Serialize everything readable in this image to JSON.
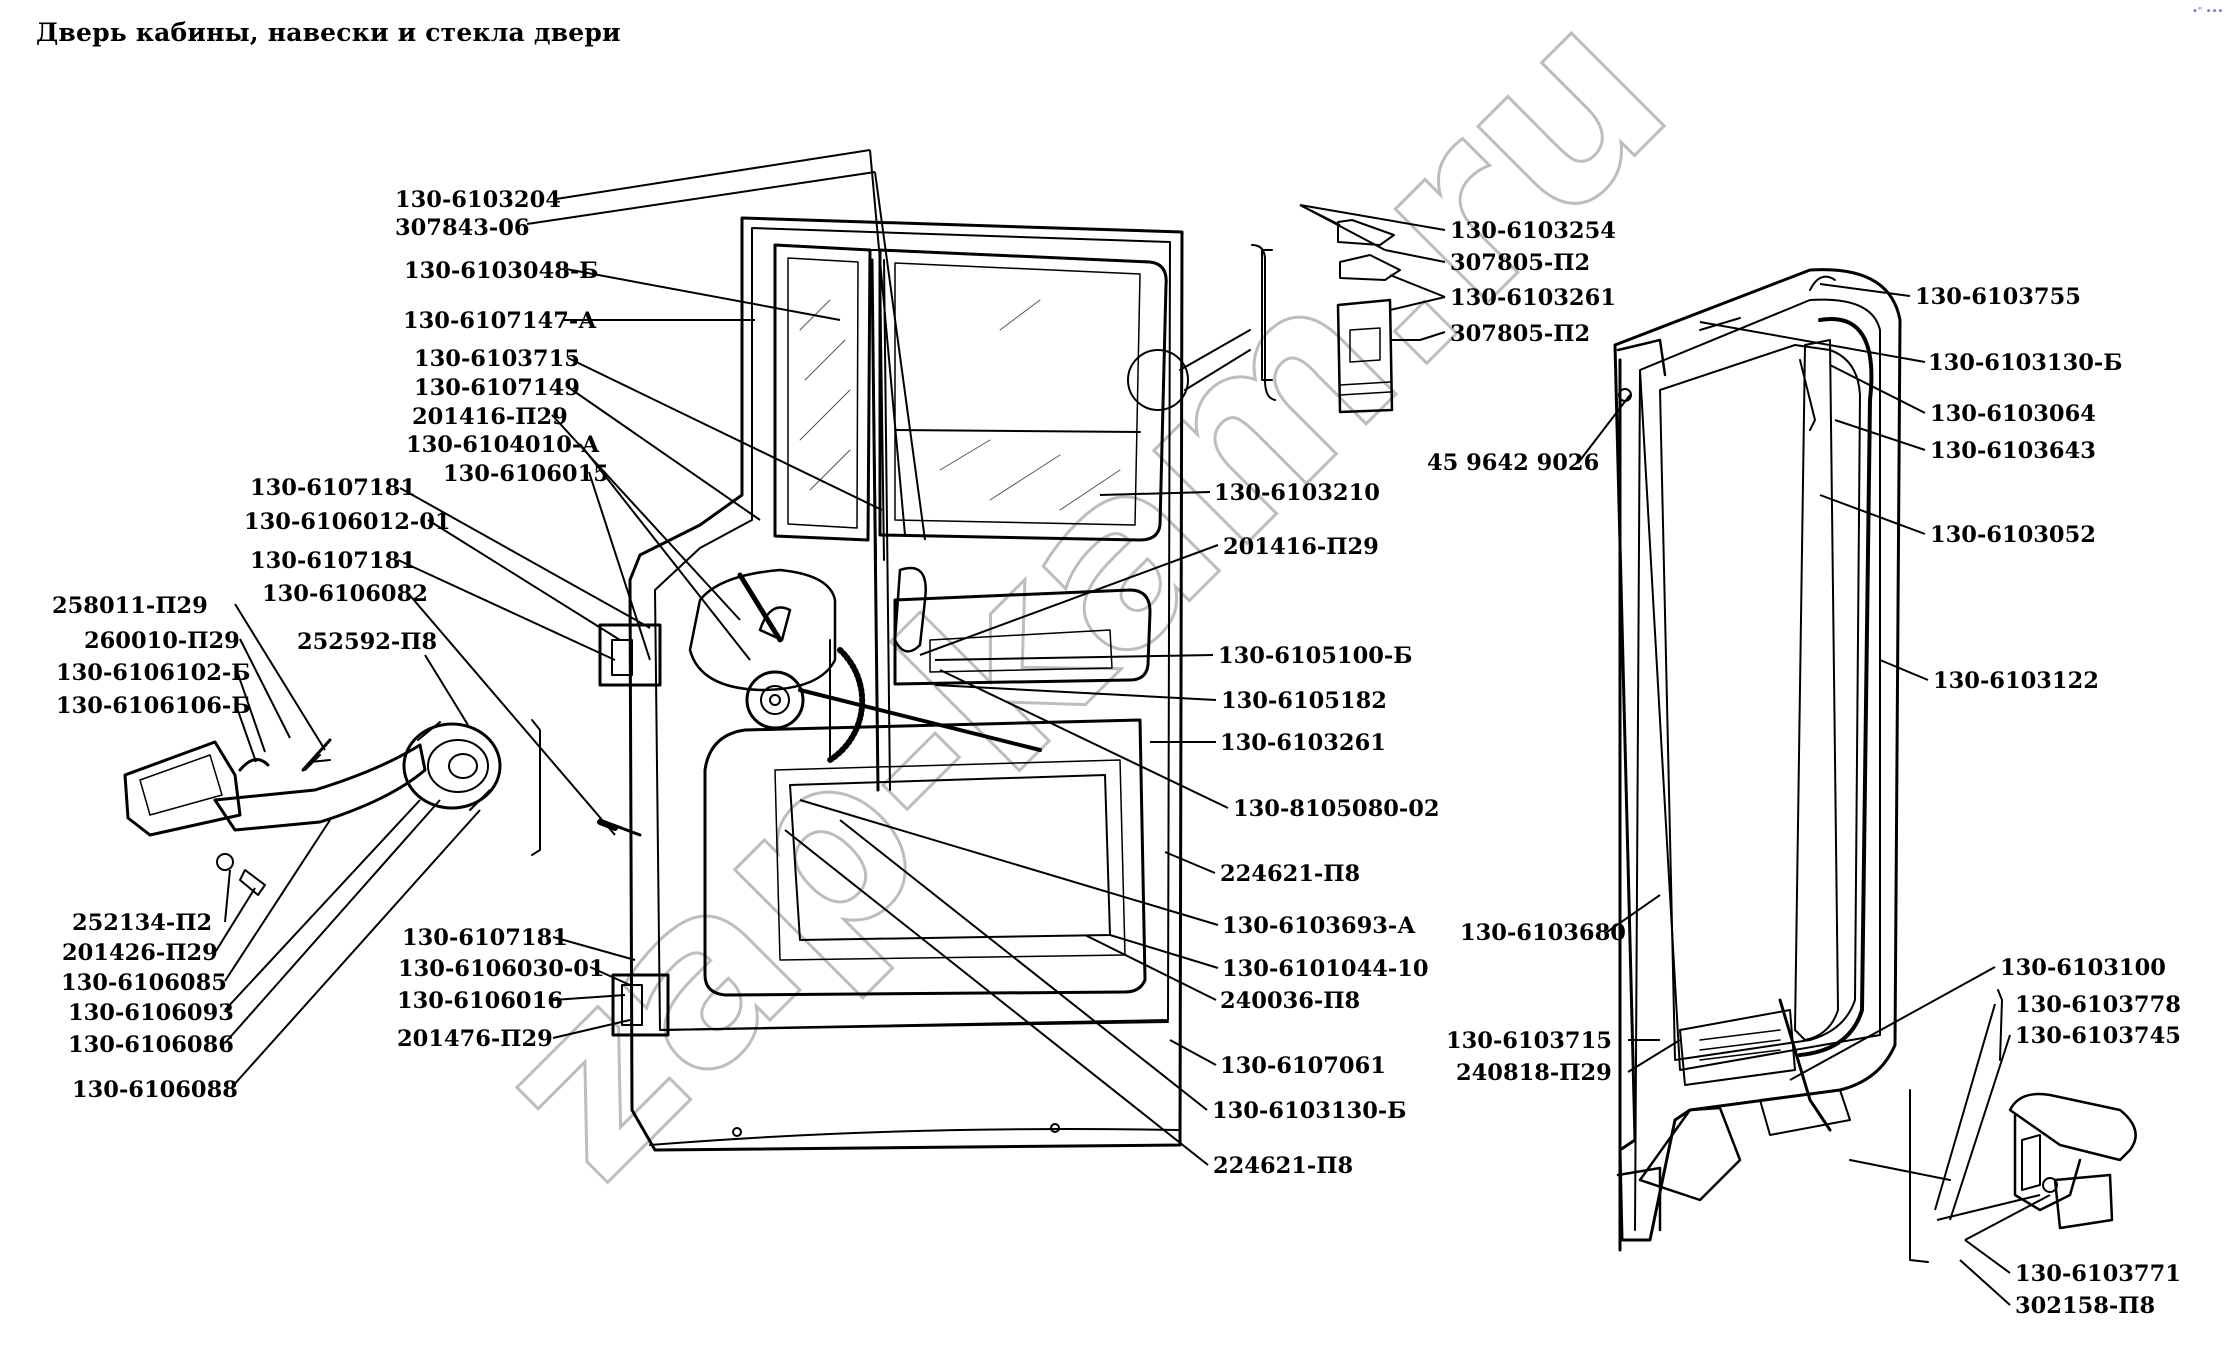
{
  "title": "Дверь кабины, навески и стекла двери",
  "corner_mark": "•\" •••",
  "watermark": "zap-kam.ru",
  "colors": {
    "line": "#000000",
    "background": "#ffffff",
    "watermark_outline": "#bdbdbd",
    "corner_mark": "#7070d0"
  },
  "callouts_left": [
    "130-6103204",
    "307843-06",
    "130-6103048-Б",
    "130-6107147-А",
    "130-6103715",
    "130-6107149",
    "201416-П29",
    "130-6104010-А",
    "130-6106015",
    "130-6107181",
    "130-6106012-01",
    "130-6107181",
    "130-6106082",
    "258011-П29",
    "260010-П29",
    "130-6106102-Б",
    "130-6106106-Б",
    "252592-П8",
    "252134-П2",
    "201426-П29",
    "130-6106085",
    "130-6106093",
    "130-6106086",
    "130-6106088",
    "130-6107181",
    "130-6106030-01",
    "130-6106016",
    "201476-П29"
  ],
  "callouts_center": [
    "130-6103254",
    "307805-П2",
    "130-6103261",
    "307805-П2",
    "130-6103210",
    "201416-П29",
    "130-6105100-Б",
    "130-6105182",
    "130-6103261",
    "130-8105080-02",
    "224621-П8",
    "130-6103693-А",
    "130-6101044-10",
    "240036-П8",
    "130-6107061",
    "130-6103130-Б",
    "224621-П8"
  ],
  "callouts_right": [
    "130-6103755",
    "130-6103130-Б",
    "130-6103064",
    "130-6103643",
    "45 9642 9026",
    "130-6103052",
    "130-6103122",
    "130-6103680",
    "130-6103100",
    "130-6103778",
    "130-6103745",
    "130-6103715",
    "240818-П29",
    "130-6103771",
    "302158-П8"
  ]
}
